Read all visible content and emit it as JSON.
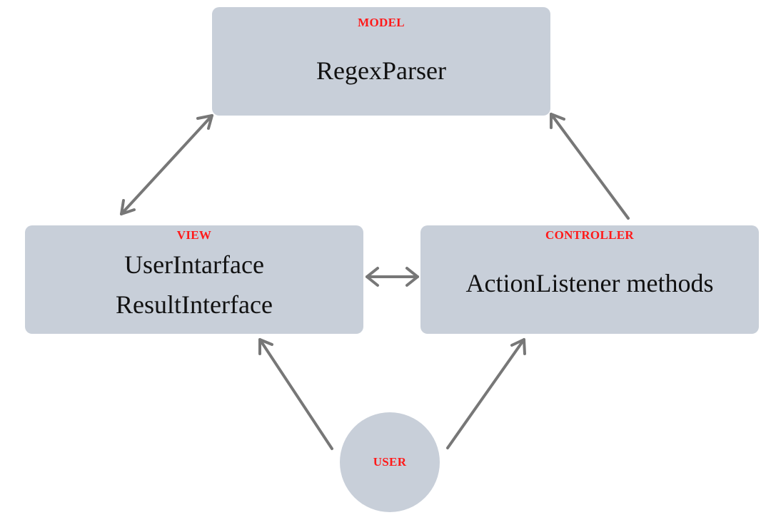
{
  "diagram": {
    "model": {
      "tag": "MODEL",
      "title": "RegexParser"
    },
    "view": {
      "tag": "VIEW",
      "line1": "UserIntarface",
      "line2": "ResultInterface"
    },
    "controller": {
      "tag": "CONTROLLER",
      "title": "ActionListener methods"
    },
    "user": {
      "tag": "USER"
    },
    "edges": [
      {
        "from": "view",
        "to": "model",
        "direction": "both"
      },
      {
        "from": "view",
        "to": "controller",
        "direction": "both"
      },
      {
        "from": "controller",
        "to": "model",
        "direction": "forward"
      },
      {
        "from": "user",
        "to": "view",
        "direction": "forward"
      },
      {
        "from": "user",
        "to": "controller",
        "direction": "forward"
      }
    ]
  },
  "colors": {
    "node_fill": "#c8cfd9",
    "tag_text": "#ff1a1a",
    "title_text": "#111111",
    "arrow": "#777777"
  }
}
